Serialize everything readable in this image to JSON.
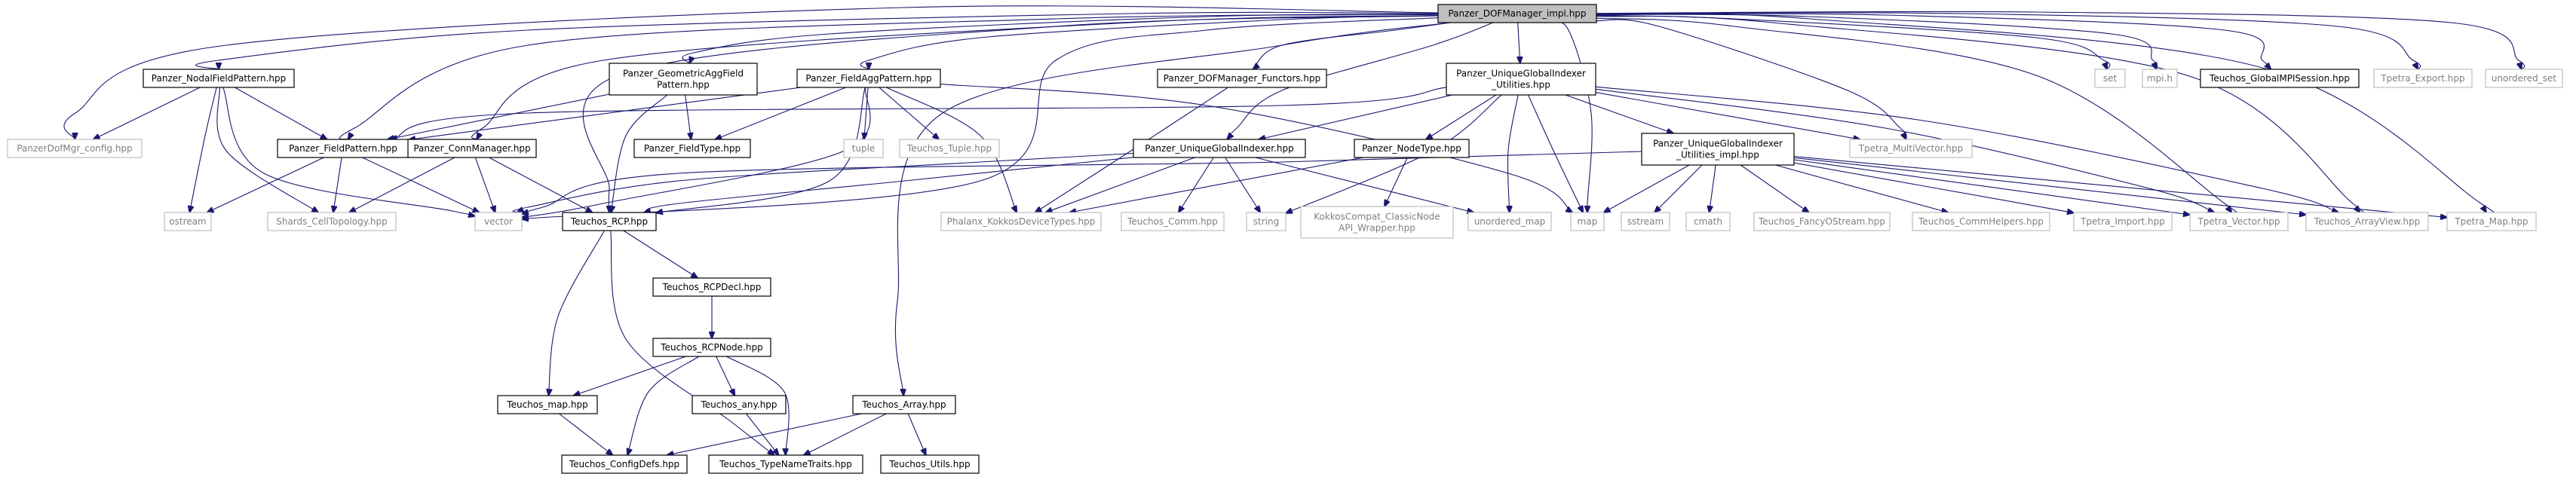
{
  "colors": {
    "edge": "#191970",
    "root_fill": "#bfbfbf",
    "node_border": "#000000",
    "ext_border": "#bfbfbf",
    "ext_text": "#7f7f7f",
    "text": "#000000"
  },
  "nodes": {
    "root": {
      "lines": [
        "Panzer_DOFManager_impl.hpp"
      ],
      "kind": "root"
    },
    "dofcfg": {
      "lines": [
        "PanzerDofMgr_config.hpp"
      ],
      "kind": "ext"
    },
    "nfp": {
      "lines": [
        "Panzer_NodalFieldPattern.hpp"
      ],
      "kind": "doc"
    },
    "gafp": {
      "lines": [
        "Panzer_GeometricAggField",
        "Pattern.hpp"
      ],
      "kind": "doc"
    },
    "fagp": {
      "lines": [
        "Panzer_FieldAggPattern.hpp"
      ],
      "kind": "doc"
    },
    "funct": {
      "lines": [
        "Panzer_DOFManager_Functors.hpp"
      ],
      "kind": "doc"
    },
    "ugiu": {
      "lines": [
        "Panzer_UniqueGlobalIndexer",
        "_Utilities.hpp"
      ],
      "kind": "doc"
    },
    "set": {
      "lines": [
        "set"
      ],
      "kind": "ext"
    },
    "mpih": {
      "lines": [
        "mpi.h"
      ],
      "kind": "ext"
    },
    "gmpi": {
      "lines": [
        "Teuchos_GlobalMPISession.hpp"
      ],
      "kind": "doc"
    },
    "texport": {
      "lines": [
        "Tpetra_Export.hpp"
      ],
      "kind": "ext"
    },
    "uset": {
      "lines": [
        "unordered_set"
      ],
      "kind": "ext"
    },
    "fp": {
      "lines": [
        "Panzer_FieldPattern.hpp"
      ],
      "kind": "doc"
    },
    "cm": {
      "lines": [
        "Panzer_ConnManager.hpp"
      ],
      "kind": "doc"
    },
    "ftype": {
      "lines": [
        "Panzer_FieldType.hpp"
      ],
      "kind": "doc"
    },
    "tuple": {
      "lines": [
        "tuple"
      ],
      "kind": "ext"
    },
    "ttuple": {
      "lines": [
        "Teuchos_Tuple.hpp"
      ],
      "kind": "ext"
    },
    "ugi": {
      "lines": [
        "Panzer_UniqueGlobalIndexer.hpp"
      ],
      "kind": "doc"
    },
    "ntype": {
      "lines": [
        "Panzer_NodeType.hpp"
      ],
      "kind": "doc"
    },
    "ugiui": {
      "lines": [
        "Panzer_UniqueGlobalIndexer",
        "_Utilities_impl.hpp"
      ],
      "kind": "doc"
    },
    "tmv": {
      "lines": [
        "Tpetra_MultiVector.hpp"
      ],
      "kind": "ext"
    },
    "ostream": {
      "lines": [
        "ostream"
      ],
      "kind": "ext"
    },
    "shards": {
      "lines": [
        "Shards_CellTopology.hpp"
      ],
      "kind": "ext"
    },
    "vector": {
      "lines": [
        "vector"
      ],
      "kind": "ext"
    },
    "rcp": {
      "lines": [
        "Teuchos_RCP.hpp"
      ],
      "kind": "doc"
    },
    "phalanx": {
      "lines": [
        "Phalanx_KokkosDeviceTypes.hpp"
      ],
      "kind": "ext"
    },
    "tcomm": {
      "lines": [
        "Teuchos_Comm.hpp"
      ],
      "kind": "ext"
    },
    "string": {
      "lines": [
        "string"
      ],
      "kind": "ext"
    },
    "kokkos": {
      "lines": [
        "KokkosCompat_ClassicNode",
        "API_Wrapper.hpp"
      ],
      "kind": "ext"
    },
    "umap": {
      "lines": [
        "unordered_map"
      ],
      "kind": "ext"
    },
    "map": {
      "lines": [
        "map"
      ],
      "kind": "ext"
    },
    "sstream": {
      "lines": [
        "sstream"
      ],
      "kind": "ext"
    },
    "cmath": {
      "lines": [
        "cmath"
      ],
      "kind": "ext"
    },
    "fos": {
      "lines": [
        "Teuchos_FancyOStream.hpp"
      ],
      "kind": "ext"
    },
    "commh": {
      "lines": [
        "Teuchos_CommHelpers.hpp"
      ],
      "kind": "ext"
    },
    "timport": {
      "lines": [
        "Tpetra_Import.hpp"
      ],
      "kind": "ext"
    },
    "tvec": {
      "lines": [
        "Tpetra_Vector.hpp"
      ],
      "kind": "ext"
    },
    "tav": {
      "lines": [
        "Teuchos_ArrayView.hpp"
      ],
      "kind": "ext"
    },
    "tmap": {
      "lines": [
        "Tpetra_Map.hpp"
      ],
      "kind": "ext"
    },
    "rcpdecl": {
      "lines": [
        "Teuchos_RCPDecl.hpp"
      ],
      "kind": "doc"
    },
    "rcpnode": {
      "lines": [
        "Teuchos_RCPNode.hpp"
      ],
      "kind": "doc"
    },
    "tarray": {
      "lines": [
        "Teuchos_Array.hpp"
      ],
      "kind": "doc"
    },
    "tmaph": {
      "lines": [
        "Teuchos_map.hpp"
      ],
      "kind": "doc"
    },
    "tany": {
      "lines": [
        "Teuchos_any.hpp"
      ],
      "kind": "doc"
    },
    "cfgdefs": {
      "lines": [
        "Teuchos_ConfigDefs.hpp"
      ],
      "kind": "doc"
    },
    "tnt": {
      "lines": [
        "Teuchos_TypeNameTraits.hpp"
      ],
      "kind": "doc"
    },
    "tutils": {
      "lines": [
        "Teuchos_Utils.hpp"
      ],
      "kind": "doc"
    }
  }
}
